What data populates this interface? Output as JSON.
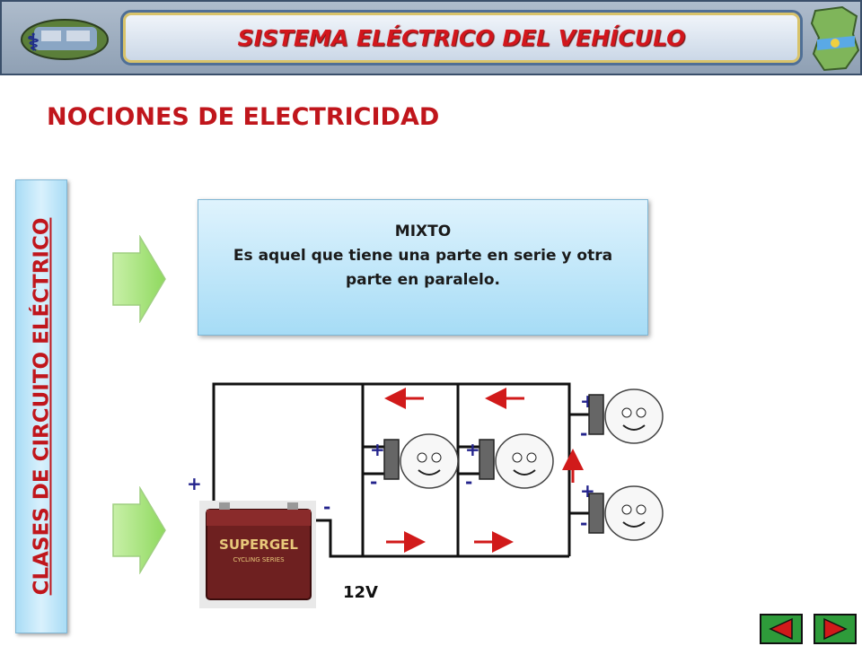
{
  "header": {
    "title": "SISTEMA ELÉCTRICO DEL VEHÍCULO"
  },
  "section": {
    "title": "NOCIONES DE ELECTRICIDAD"
  },
  "sidebar": {
    "label": "CLASES DE CIRCUITO ELÉCTRICO"
  },
  "info": {
    "heading": "MIXTO",
    "description": "Es aquel que tiene una parte en serie y otra parte en paralelo."
  },
  "circuit": {
    "voltage": "12V",
    "battery_brand": "SUPERGEL",
    "battery_subtitle": "CYCLING SERIES",
    "plus": "+",
    "minus": "-"
  },
  "colors": {
    "title_red": "#d2161c",
    "arrow_red": "#d11a1a",
    "nav_green": "#2e9b3a"
  },
  "nav": {
    "prev_icon": "triangle-left-icon",
    "next_icon": "triangle-right-icon"
  }
}
